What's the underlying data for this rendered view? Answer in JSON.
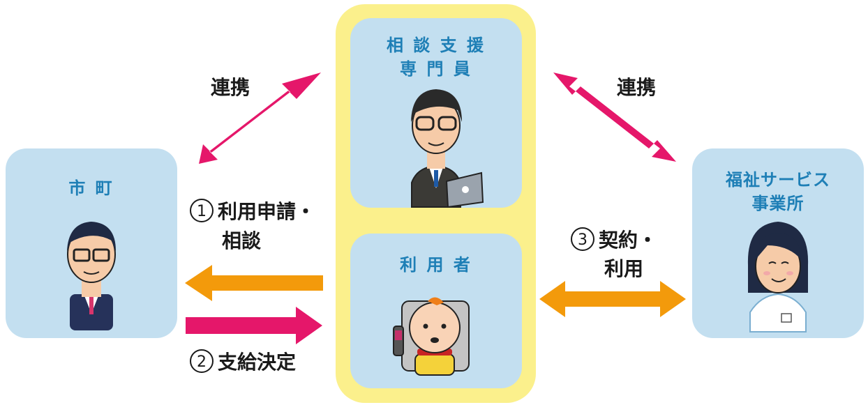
{
  "boxes": {
    "city": {
      "title_line1": "市 町"
    },
    "specialist": {
      "title_line1": "相 談 支 援",
      "title_line2": "専 門 員"
    },
    "user": {
      "title_line1": "利 用 者"
    },
    "provider": {
      "title_line1": "福祉サービス",
      "title_line2": "事業所"
    }
  },
  "labels": {
    "renkei_left": "連携",
    "renkei_right": "連携",
    "step1_num": "1",
    "step1_line1": "利用申請・",
    "step1_line2": "相談",
    "step2_num": "2",
    "step2_text": "支給決定",
    "step3_num": "3",
    "step3_line1": "契約・",
    "step3_line2": "利用"
  },
  "colors": {
    "magenta_arrow": "#e5176a",
    "orange_arrow": "#f39a0b",
    "box_fill": "#c3dff0",
    "title_text": "#1e7fb6",
    "highlight_band": "#fbf08c"
  },
  "icons": [
    "official-man-icon",
    "specialist-with-laptop-icon",
    "child-in-wheelchair-icon",
    "care-staff-woman-icon"
  ]
}
